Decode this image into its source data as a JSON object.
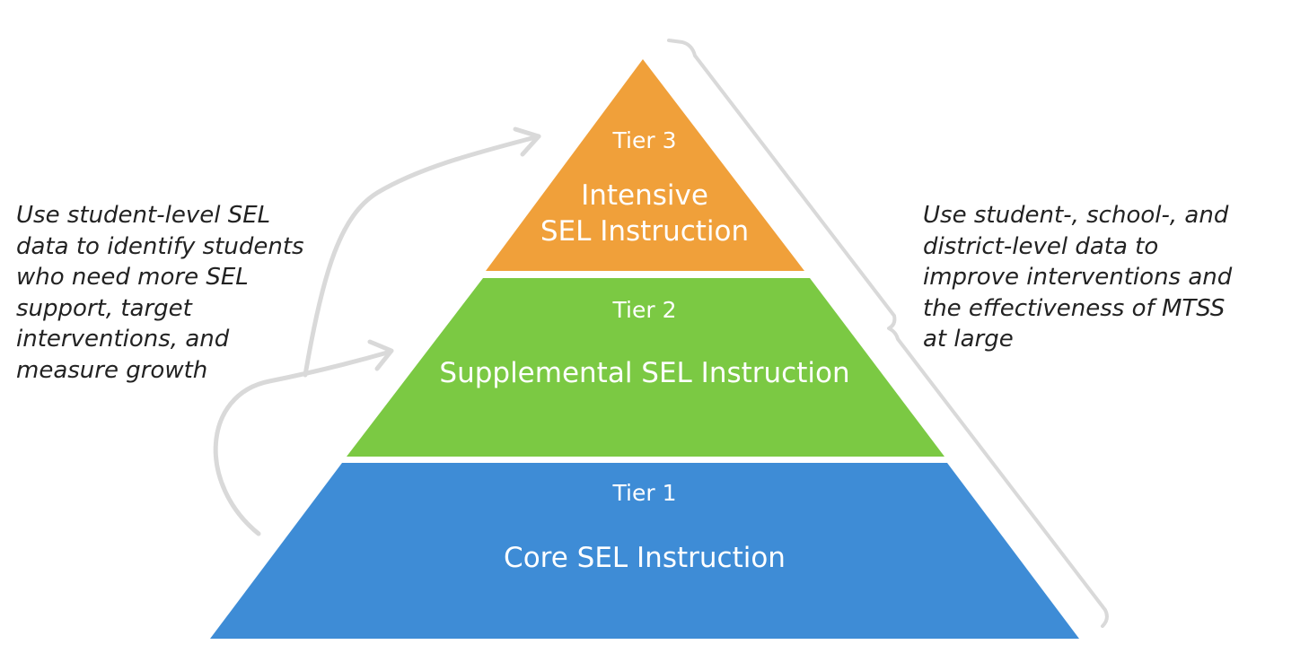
{
  "colors": {
    "tier3": "#F0A03A",
    "tier2": "#7BC943",
    "tier1": "#3E8CD6",
    "arrows": "#D9D9D9",
    "annotation_text": "#222222"
  },
  "pyramid": {
    "tier3": {
      "tier_label": "Tier 3",
      "title_line1": "Intensive",
      "title_line2": "SEL Instruction"
    },
    "tier2": {
      "tier_label": "Tier 2",
      "title": "Supplemental SEL Instruction"
    },
    "tier1": {
      "tier_label": "Tier 1",
      "title": "Core SEL Instruction"
    }
  },
  "left_annotation": {
    "lines": [
      "Use student-level SEL",
      "data to identify students",
      "who need more SEL",
      "support, target",
      "interventions, and",
      "measure growth"
    ]
  },
  "right_annotation": {
    "lines": [
      "Use student-, school-, and",
      "district-level data to",
      "improve interventions and",
      "the effectiveness of MTSS",
      "at large"
    ]
  }
}
